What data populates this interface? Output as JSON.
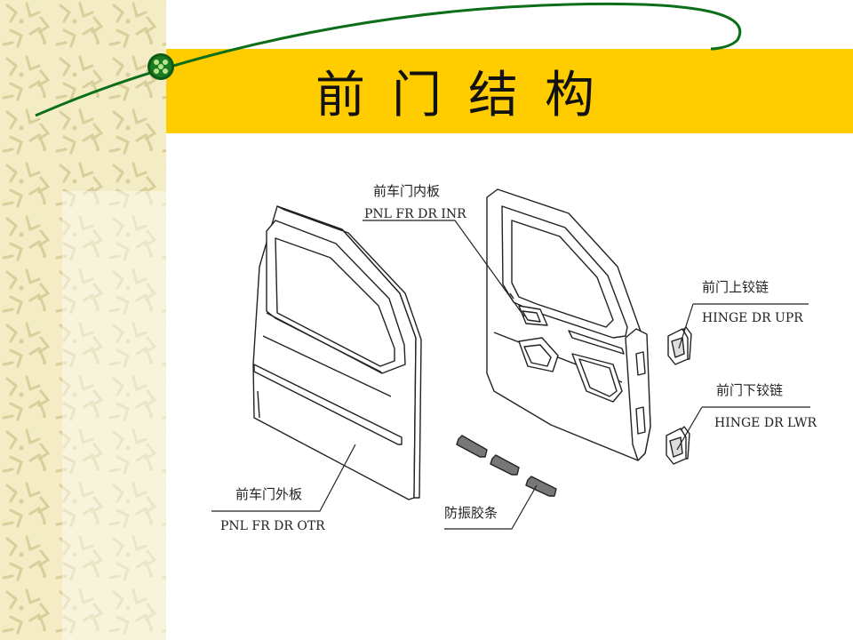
{
  "slide": {
    "title": "前门结构",
    "colors": {
      "title_bar": "#ffcc00",
      "left_band": "#f3ecc4",
      "swoosh": "#0d6e1a"
    }
  },
  "parts": {
    "inner_panel": {
      "name_cn": "前车门内板",
      "code": "PNL FR DR INR"
    },
    "outer_panel": {
      "name_cn": "前车门外板",
      "code": "PNL FR DR OTR"
    },
    "upper_hinge": {
      "name_cn": "前门上铰链",
      "code": "HINGE DR UPR"
    },
    "lower_hinge": {
      "name_cn": "前门下铰链",
      "code": "HINGE DR LWR"
    },
    "anti_vibration_strip": {
      "name_cn": "防振胶条"
    }
  }
}
